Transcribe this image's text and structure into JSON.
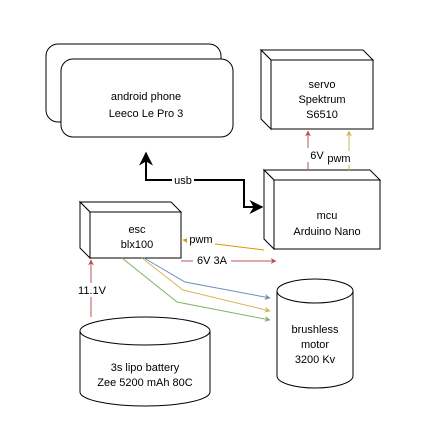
{
  "nodes": {
    "phone": {
      "line1": "android phone",
      "line2": "Leeco Le Pro 3"
    },
    "servo": {
      "line1": "servo",
      "line2": "Spektrum",
      "line3": "S6510"
    },
    "mcu": {
      "line1": "mcu",
      "line2": "Arduino Nano"
    },
    "esc": {
      "line1": "esc",
      "line2": "blx100"
    },
    "battery": {
      "line1": "3s lipo battery",
      "line2": "Zee 5200 mAh 80C"
    },
    "motor": {
      "line1": "brushless",
      "line2": "motor",
      "line3": "3200 Kv"
    }
  },
  "edges": {
    "usb": {
      "label": "usb",
      "color": "#000000"
    },
    "mcu_servo_power": {
      "label": "6V",
      "color": "#b85450"
    },
    "mcu_servo_pwm": {
      "label": "pwm",
      "color": "#d6b656"
    },
    "mcu_esc_pwm": {
      "label": "pwm",
      "color": "#d79b00"
    },
    "esc_mcu_power": {
      "label": "6V 3A",
      "color": "#b85450"
    },
    "battery_esc": {
      "label": "11.1V",
      "color": "#b85450"
    },
    "esc_motor_1": {
      "label": "",
      "color": "#6c8ebf"
    },
    "esc_motor_2": {
      "label": "",
      "color": "#d6b656"
    },
    "esc_motor_3": {
      "label": "",
      "color": "#82b366"
    }
  }
}
